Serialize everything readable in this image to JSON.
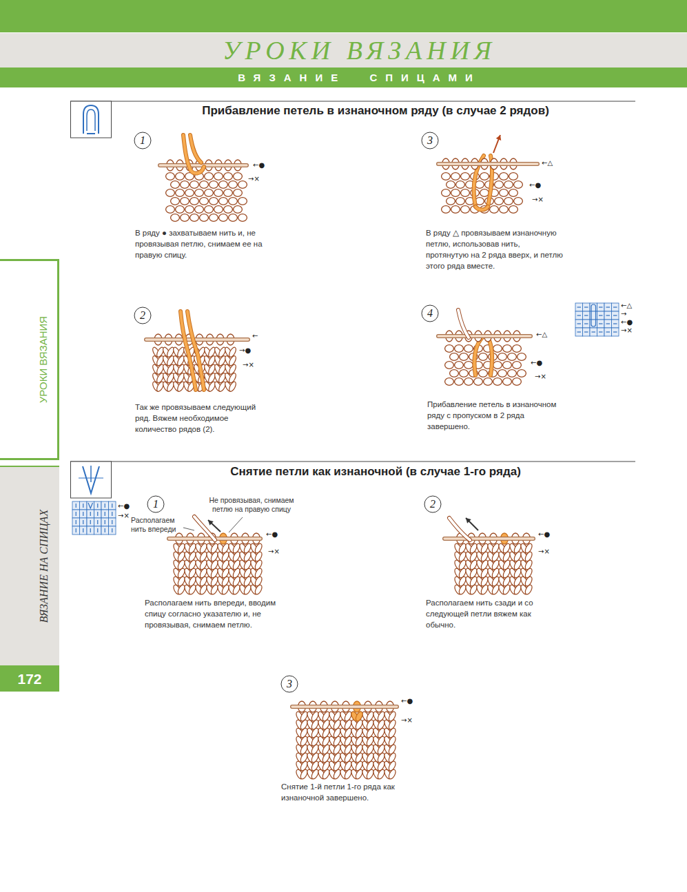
{
  "diagram": {
    "nodes": [
      {
        "text": [
          "УРОКИ ВЯЗАНИЯ"
        ]
      },
      {
        "text": [
          "ВЯЗАНИЕ СПИЦАМИ"
        ]
      },
      {
        "text": [
          "УРОКИ ВЯЗАНИЯ"
        ]
      },
      {
        "text": [
          "ВЯЗАНИЕ НА СПИЦАХ"
        ]
      },
      {
        "text": [
          "172"
        ]
      },
      {
        "text": [
          "1"
        ]
      },
      {
        "text": [
          "3"
        ]
      },
      {
        "text": [
          "2"
        ]
      },
      {
        "text": [
          "4"
        ]
      },
      {
        "text": [
          "1"
        ]
      },
      {
        "text": [
          "2"
        ]
      },
      {
        "text": [
          "3"
        ]
      }
    ],
    "labels": [
      "Прибавление петель в изнаночном ряду (в случае 2 рядов)",
      "←●",
      "→×",
      "В ряду ● захватываем нить и, не провязывая петлю, снимаем ее на правую спицу.",
      "←△",
      "←●",
      "→×",
      "В ряду △ провязываем изнаночную петлю, использовав нить, протянутую на 2 ряда вверх, и петлю этого ряда вместе.",
      "←",
      "→●",
      "→×",
      "Так же провязываем следующий ряд. Вяжем необходимое количество рядов (2).",
      "←△",
      "←●",
      "→×",
      "Прибавление петель в изнаночном ряду с пропуском в 2 ряда завершено.",
      "←△",
      "→",
      "←●",
      "→×",
      "Снятие петли как изнаночной (в случае 1-го ряда)",
      "←●",
      "→×",
      "Располагаем нить впереди",
      "Не провязывая, снимаем петлю на правую спицу",
      "←●",
      "→×",
      "Располагаем нить впереди, вводим спицу согласно указателю и, не провязывая, снимаем петлю.",
      "←●",
      "→×",
      "Располагаем нить сзади и со следующей петли вяжем как обычно.",
      "←●",
      "→×",
      "Снятие 1-й петли 1-го ряда как изнаночной завершено."
    ]
  }
}
